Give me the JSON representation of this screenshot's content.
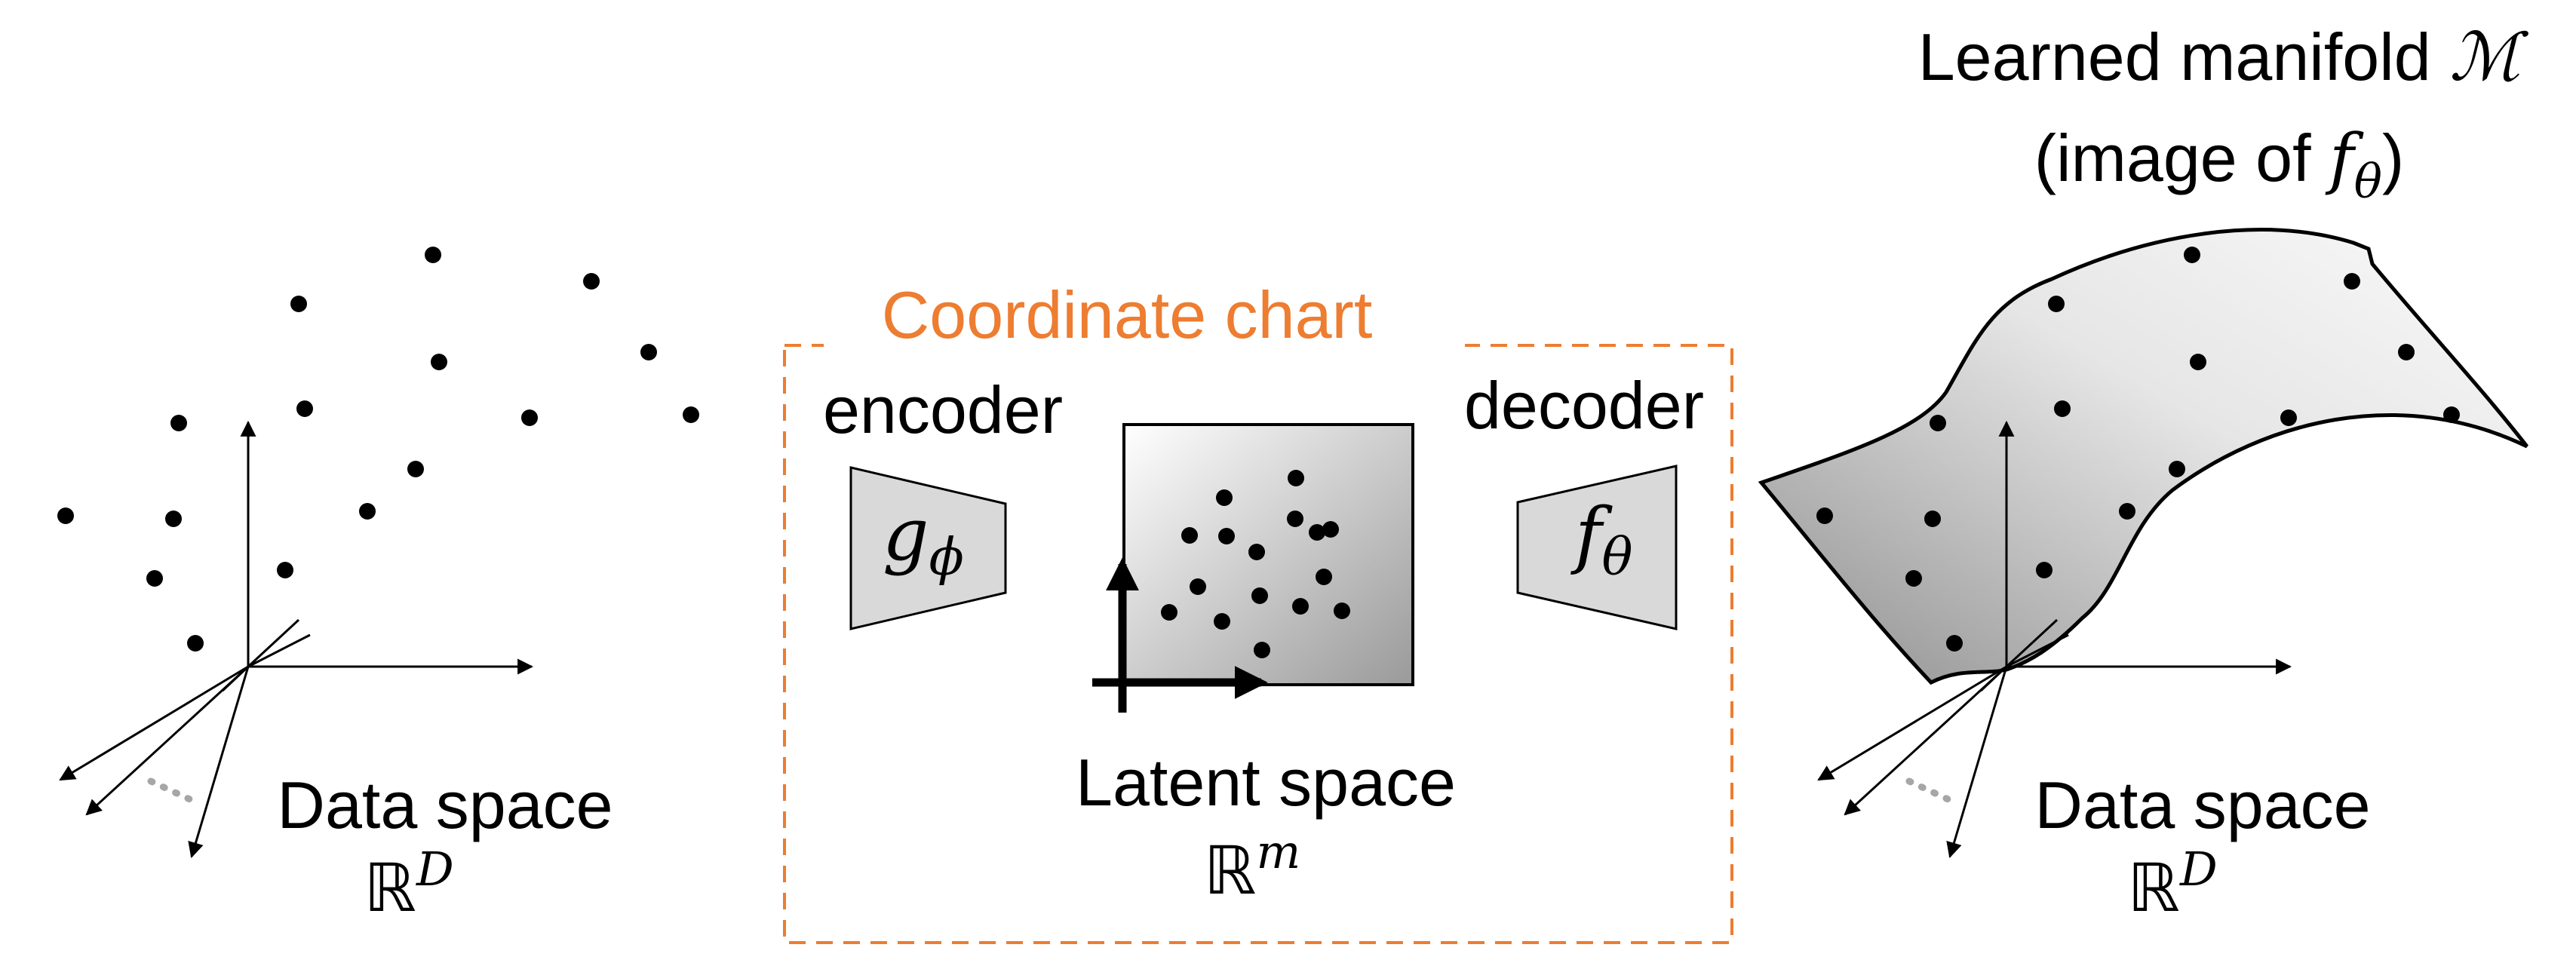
{
  "colors": {
    "chart_accent": "#ED7D31",
    "ink": "#000000",
    "shape_fill": "#D9D9D9",
    "ellipsis_gray": "#A6A6A6"
  },
  "chart_label": "Coordinate chart",
  "encoder": {
    "label": "encoder",
    "symbol": "g",
    "subscript": "ϕ"
  },
  "decoder": {
    "label": "decoder",
    "symbol": "f",
    "subscript": "θ"
  },
  "latent": {
    "label": "Latent space",
    "symbol": "ℝ",
    "superscript": "m"
  },
  "data_space_left": {
    "label": "Data space",
    "symbol": "ℝ",
    "superscript": "D"
  },
  "data_space_right": {
    "label": "Data space",
    "symbol": "ℝ",
    "superscript": "D"
  },
  "manifold": {
    "title": "Learned manifold ",
    "symbol": "ℳ",
    "subtitle_prefix": "(image of ",
    "subtitle_symbol": "f",
    "subtitle_subscript": "θ",
    "subtitle_suffix": ")"
  }
}
